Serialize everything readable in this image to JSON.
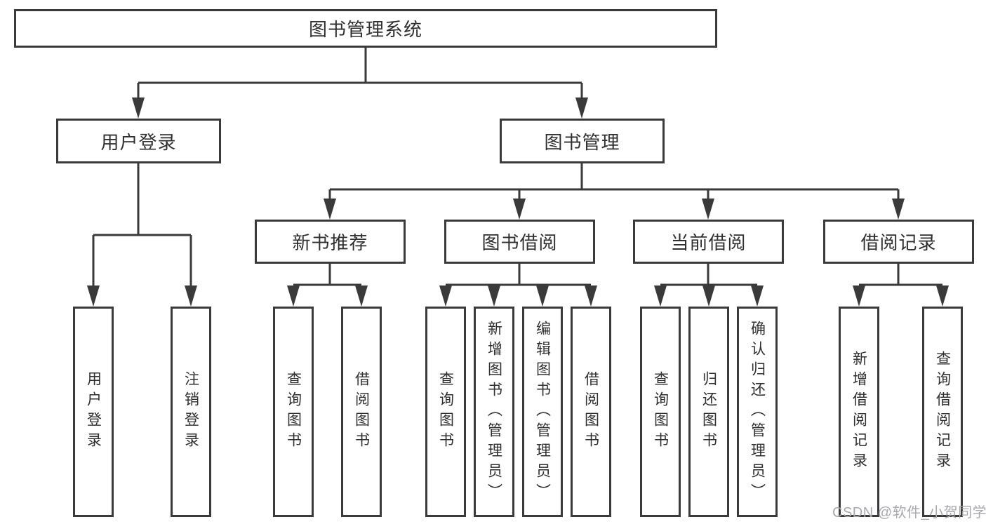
{
  "tree": {
    "root": {
      "label": "图书管理系统"
    },
    "level1": [
      {
        "label": "用户登录",
        "children": [
          {
            "label": "用户登录"
          },
          {
            "label": "注销登录"
          }
        ]
      },
      {
        "label": "图书管理",
        "children": [
          {
            "label": "新书推荐",
            "children": [
              {
                "label": "查询图书"
              },
              {
                "label": "借阅图书"
              }
            ]
          },
          {
            "label": "图书借阅",
            "children": [
              {
                "label": "查询图书"
              },
              {
                "label": "新增图书（管理员）"
              },
              {
                "label": "编辑图书（管理员）"
              },
              {
                "label": "借阅图书"
              }
            ]
          },
          {
            "label": "当前借阅",
            "children": [
              {
                "label": "查询图书"
              },
              {
                "label": "归还图书"
              },
              {
                "label": "确认归还（管理员）"
              }
            ]
          },
          {
            "label": "借阅记录",
            "children": [
              {
                "label": "新增借阅记录"
              },
              {
                "label": "查询借阅记录"
              }
            ]
          }
        ]
      }
    ]
  },
  "watermark": "CSDN @软件_小贺同学",
  "colors": {
    "line": "#3a3a3a",
    "box_border": "#3a3a3a",
    "text": "#2f2f2f",
    "watermark_text": "#a8a8b0",
    "background": "#ffffff"
  }
}
